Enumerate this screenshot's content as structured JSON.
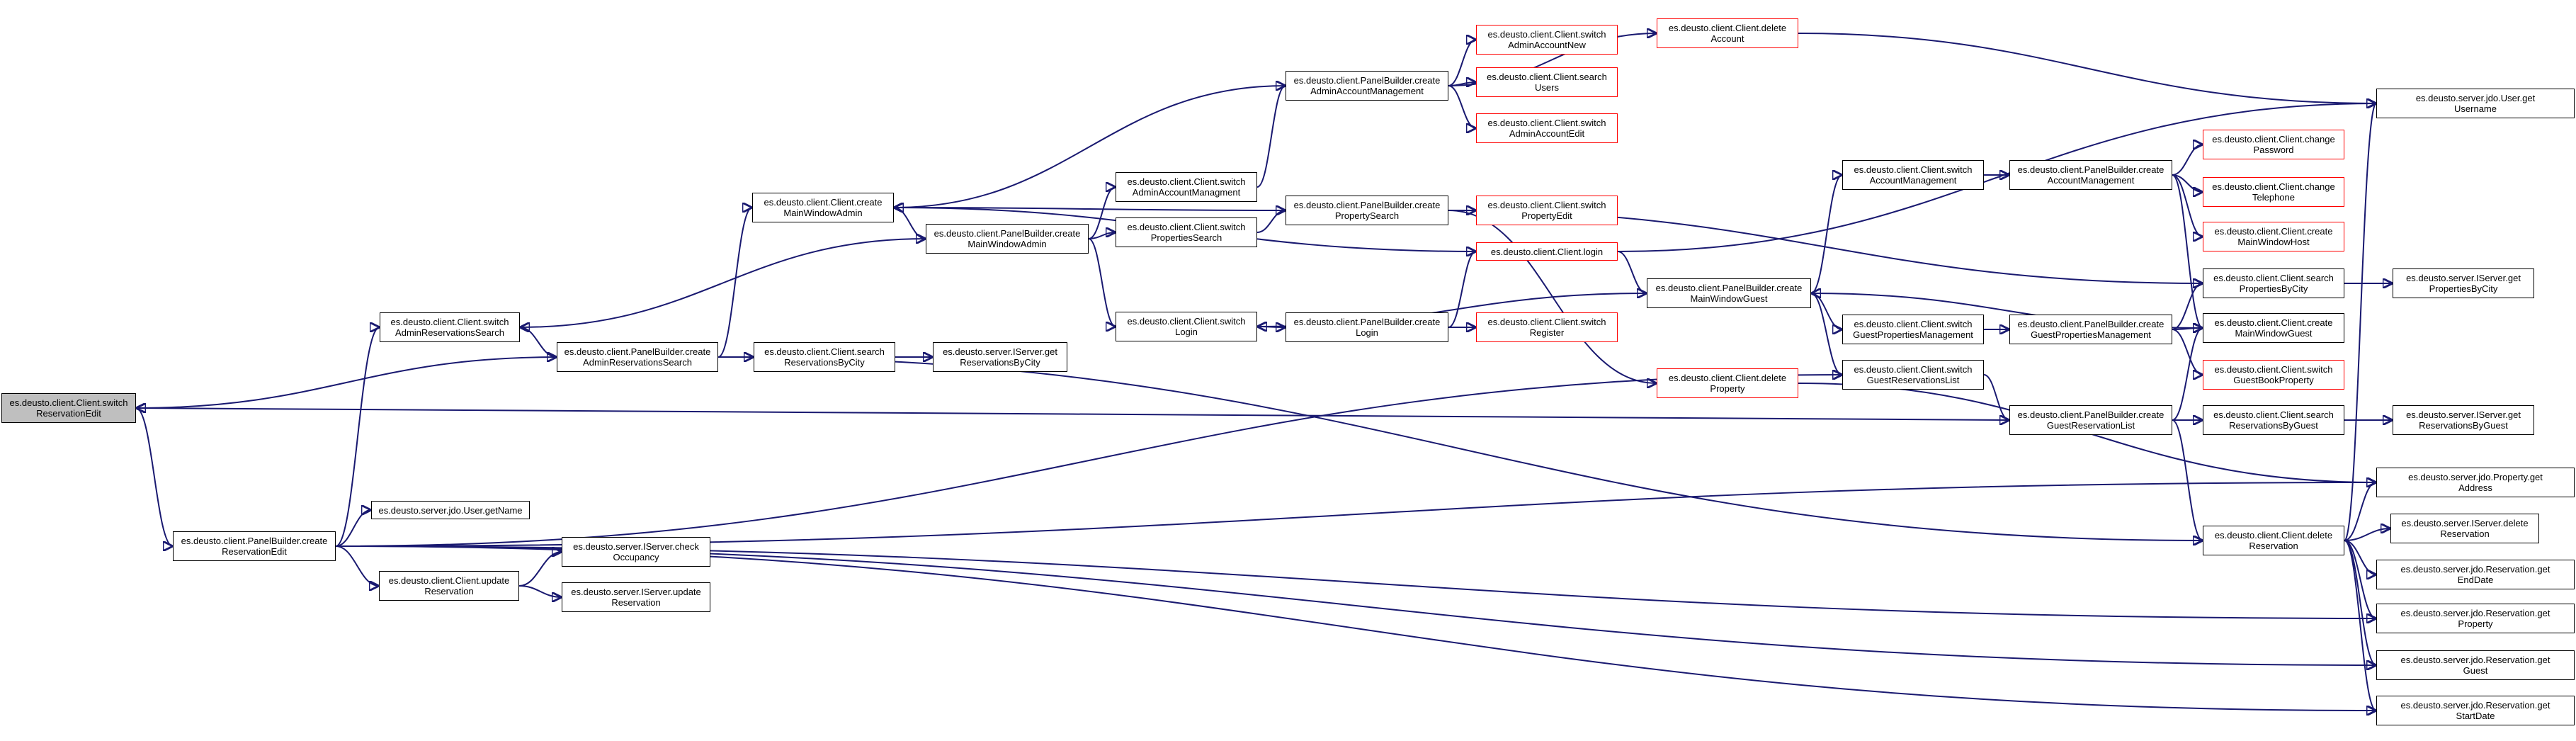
{
  "graph": {
    "kind": "caller graph",
    "colors": {
      "edge": "#191970",
      "node_border": "#000000",
      "undocumented_border": "#ff0000",
      "current_fill": "#bfbfbf"
    },
    "nodes": [
      {
        "id": "reservationEdit",
        "lines": [
          "es.deusto.client.Client.switch",
          "ReservationEdit"
        ],
        "style": "current"
      },
      {
        "id": "pbReservationEdit",
        "lines": [
          "es.deusto.client.PanelBuilder.create",
          "ReservationEdit"
        ],
        "style": "normal"
      },
      {
        "id": "switchAdminResSearch",
        "lines": [
          "es.deusto.client.Client.switch",
          "AdminReservationsSearch"
        ],
        "style": "normal"
      },
      {
        "id": "pbAdminResSearch",
        "lines": [
          "es.deusto.client.PanelBuilder.create",
          "AdminReservationsSearch"
        ],
        "style": "normal"
      },
      {
        "id": "userGetName",
        "lines": [
          "es.deusto.server.jdo.User.getName"
        ],
        "style": "normal"
      },
      {
        "id": "updateReservation",
        "lines": [
          "es.deusto.client.Client.update",
          "Reservation"
        ],
        "style": "normal"
      },
      {
        "id": "checkOccupancy",
        "lines": [
          "es.deusto.server.IServer.check",
          "Occupancy"
        ],
        "style": "normal"
      },
      {
        "id": "serverUpdateReservation",
        "lines": [
          "es.deusto.server.IServer.update",
          "Reservation"
        ],
        "style": "normal"
      },
      {
        "id": "createMainWindowAdmin",
        "lines": [
          "es.deusto.client.Client.create",
          "MainWindowAdmin"
        ],
        "style": "normal"
      },
      {
        "id": "searchResByCity",
        "lines": [
          "es.deusto.client.Client.search",
          "ReservationsByCity"
        ],
        "style": "normal"
      },
      {
        "id": "serverGetResByCity",
        "lines": [
          "es.deusto.server.IServer.get",
          "ReservationsByCity"
        ],
        "style": "normal"
      },
      {
        "id": "pbMainWindowAdmin",
        "lines": [
          "es.deusto.client.PanelBuilder.create",
          "MainWindowAdmin"
        ],
        "style": "normal"
      },
      {
        "id": "switchAdminAccMgmt",
        "lines": [
          "es.deusto.client.Client.switch",
          "AdminAccountManagment"
        ],
        "style": "normal"
      },
      {
        "id": "switchPropertiesSearch",
        "lines": [
          "es.deusto.client.Client.switch",
          "PropertiesSearch"
        ],
        "style": "normal"
      },
      {
        "id": "switchLogin",
        "lines": [
          "es.deusto.client.Client.switch",
          "Login"
        ],
        "style": "normal"
      },
      {
        "id": "pbAdminAccMgmt",
        "lines": [
          "es.deusto.client.PanelBuilder.create",
          "AdminAccountManagement"
        ],
        "style": "normal"
      },
      {
        "id": "pbPropertySearch",
        "lines": [
          "es.deusto.client.PanelBuilder.create",
          "PropertySearch"
        ],
        "style": "normal"
      },
      {
        "id": "pbLogin",
        "lines": [
          "es.deusto.client.PanelBuilder.create",
          "Login"
        ],
        "style": "normal"
      },
      {
        "id": "switchAdminAccNew",
        "lines": [
          "es.deusto.client.Client.switch",
          "AdminAccountNew"
        ],
        "style": "red"
      },
      {
        "id": "searchUsers",
        "lines": [
          "es.deusto.client.Client.search",
          "Users"
        ],
        "style": "red"
      },
      {
        "id": "switchAdminAccEdit",
        "lines": [
          "es.deusto.client.Client.switch",
          "AdminAccountEdit"
        ],
        "style": "red"
      },
      {
        "id": "switchPropertyEdit",
        "lines": [
          "es.deusto.client.Client.switch",
          "PropertyEdit"
        ],
        "style": "red"
      },
      {
        "id": "clientLogin",
        "lines": [
          "es.deusto.client.Client.login"
        ],
        "style": "red"
      },
      {
        "id": "switchRegister",
        "lines": [
          "es.deusto.client.Client.switch",
          "Register"
        ],
        "style": "red"
      },
      {
        "id": "deleteAccount",
        "lines": [
          "es.deusto.client.Client.delete",
          "Account"
        ],
        "style": "red"
      },
      {
        "id": "pbMainWindowGuest",
        "lines": [
          "es.deusto.client.PanelBuilder.create",
          "MainWindowGuest"
        ],
        "style": "normal"
      },
      {
        "id": "deleteProperty",
        "lines": [
          "es.deusto.client.Client.delete",
          "Property"
        ],
        "style": "red"
      },
      {
        "id": "switchAccMgmt",
        "lines": [
          "es.deusto.client.Client.switch",
          "AccountManagement"
        ],
        "style": "normal"
      },
      {
        "id": "switchGuestPropMgmt",
        "lines": [
          "es.deusto.client.Client.switch",
          "GuestPropertiesManagement"
        ],
        "style": "normal"
      },
      {
        "id": "switchGuestResList",
        "lines": [
          "es.deusto.client.Client.switch",
          "GuestReservationsList"
        ],
        "style": "normal"
      },
      {
        "id": "pbAccMgmt",
        "lines": [
          "es.deusto.client.PanelBuilder.create",
          "AccountManagement"
        ],
        "style": "normal"
      },
      {
        "id": "pbGuestPropMgmt",
        "lines": [
          "es.deusto.client.PanelBuilder.create",
          "GuestPropertiesManagement"
        ],
        "style": "normal"
      },
      {
        "id": "pbGuestResList",
        "lines": [
          "es.deusto.client.PanelBuilder.create",
          "GuestReservationList"
        ],
        "style": "normal"
      },
      {
        "id": "changePassword",
        "lines": [
          "es.deusto.client.Client.change",
          "Password"
        ],
        "style": "red"
      },
      {
        "id": "changeTelephone",
        "lines": [
          "es.deusto.client.Client.change",
          "Telephone"
        ],
        "style": "red"
      },
      {
        "id": "createMainWindowHost",
        "lines": [
          "es.deusto.client.Client.create",
          "MainWindowHost"
        ],
        "style": "red"
      },
      {
        "id": "searchPropByCity",
        "lines": [
          "es.deusto.client.Client.search",
          "PropertiesByCity"
        ],
        "style": "normal"
      },
      {
        "id": "createMainWindowGuest",
        "lines": [
          "es.deusto.client.Client.create",
          "MainWindowGuest"
        ],
        "style": "normal"
      },
      {
        "id": "switchGuestBookProperty",
        "lines": [
          "es.deusto.client.Client.switch",
          "GuestBookProperty"
        ],
        "style": "red"
      },
      {
        "id": "searchResByGuest",
        "lines": [
          "es.deusto.client.Client.search",
          "ReservationsByGuest"
        ],
        "style": "normal"
      },
      {
        "id": "deleteReservation",
        "lines": [
          "es.deusto.client.Client.delete",
          "Reservation"
        ],
        "style": "normal"
      },
      {
        "id": "userGetUsername",
        "lines": [
          "es.deusto.server.jdo.User.get",
          "Username"
        ],
        "style": "normal"
      },
      {
        "id": "serverGetPropByCity",
        "lines": [
          "es.deusto.server.IServer.get",
          "PropertiesByCity"
        ],
        "style": "normal"
      },
      {
        "id": "serverGetResByGuest",
        "lines": [
          "es.deusto.server.IServer.get",
          "ReservationsByGuest"
        ],
        "style": "normal"
      },
      {
        "id": "propertyGetAddress",
        "lines": [
          "es.deusto.server.jdo.Property.get",
          "Address"
        ],
        "style": "normal"
      },
      {
        "id": "serverDeleteReservation",
        "lines": [
          "es.deusto.server.IServer.delete",
          "Reservation"
        ],
        "style": "normal"
      },
      {
        "id": "resGetEndDate",
        "lines": [
          "es.deusto.server.jdo.Reservation.get",
          "EndDate"
        ],
        "style": "normal"
      },
      {
        "id": "resGetProperty",
        "lines": [
          "es.deusto.server.jdo.Reservation.get",
          "Property"
        ],
        "style": "normal"
      },
      {
        "id": "resGetGuest",
        "lines": [
          "es.deusto.server.jdo.Reservation.get",
          "Guest"
        ],
        "style": "normal"
      },
      {
        "id": "resGetStartDate",
        "lines": [
          "es.deusto.server.jdo.Reservation.get",
          "StartDate"
        ],
        "style": "normal"
      }
    ],
    "edges": [
      [
        "pbAdminResSearch",
        "reservationEdit"
      ],
      [
        "pbGuestResList",
        "reservationEdit"
      ],
      [
        "reservationEdit",
        "pbReservationEdit"
      ],
      [
        "pbReservationEdit",
        "switchAdminResSearch"
      ],
      [
        "pbReservationEdit",
        "userGetName"
      ],
      [
        "pbReservationEdit",
        "updateReservation"
      ],
      [
        "pbReservationEdit",
        "propertyGetAddress"
      ],
      [
        "pbReservationEdit",
        "resGetProperty"
      ],
      [
        "pbReservationEdit",
        "resGetGuest"
      ],
      [
        "pbReservationEdit",
        "resGetStartDate"
      ],
      [
        "pbReservationEdit",
        "switchGuestResList"
      ],
      [
        "updateReservation",
        "checkOccupancy"
      ],
      [
        "updateReservation",
        "serverUpdateReservation"
      ],
      [
        "switchAdminResSearch",
        "pbAdminResSearch"
      ],
      [
        "pbMainWindowAdmin",
        "switchAdminResSearch"
      ],
      [
        "pbAdminResSearch",
        "createMainWindowAdmin"
      ],
      [
        "pbAdminResSearch",
        "searchResByCity"
      ],
      [
        "pbAdminResSearch",
        "deleteReservation"
      ],
      [
        "searchResByCity",
        "serverGetResByCity"
      ],
      [
        "createMainWindowAdmin",
        "pbMainWindowAdmin"
      ],
      [
        "pbMainWindowAdmin",
        "switchAdminAccMgmt"
      ],
      [
        "pbMainWindowAdmin",
        "switchPropertiesSearch"
      ],
      [
        "pbMainWindowAdmin",
        "switchLogin"
      ],
      [
        "switchAdminAccMgmt",
        "pbAdminAccMgmt"
      ],
      [
        "pbAdminAccMgmt",
        "createMainWindowAdmin"
      ],
      [
        "pbAdminAccMgmt",
        "switchAdminAccNew"
      ],
      [
        "pbAdminAccMgmt",
        "searchUsers"
      ],
      [
        "pbAdminAccMgmt",
        "switchAdminAccEdit"
      ],
      [
        "pbAdminAccMgmt",
        "deleteAccount"
      ],
      [
        "deleteAccount",
        "userGetUsername"
      ],
      [
        "switchPropertiesSearch",
        "pbPropertySearch"
      ],
      [
        "pbPropertySearch",
        "createMainWindowAdmin"
      ],
      [
        "pbPropertySearch",
        "switchPropertyEdit"
      ],
      [
        "pbPropertySearch",
        "deleteProperty"
      ],
      [
        "pbPropertySearch",
        "searchPropByCity"
      ],
      [
        "switchLogin",
        "pbLogin"
      ],
      [
        "pbLogin",
        "clientLogin"
      ],
      [
        "pbLogin",
        "switchRegister"
      ],
      [
        "clientLogin",
        "createMainWindowAdmin"
      ],
      [
        "clientLogin",
        "pbMainWindowGuest"
      ],
      [
        "clientLogin",
        "userGetUsername"
      ],
      [
        "pbMainWindowGuest",
        "switchLogin"
      ],
      [
        "pbMainWindowGuest",
        "switchAccMgmt"
      ],
      [
        "pbMainWindowGuest",
        "switchGuestPropMgmt"
      ],
      [
        "pbMainWindowGuest",
        "switchGuestResList"
      ],
      [
        "deleteProperty",
        "propertyGetAddress"
      ],
      [
        "switchAccMgmt",
        "pbAccMgmt"
      ],
      [
        "pbAccMgmt",
        "changePassword"
      ],
      [
        "pbAccMgmt",
        "changeTelephone"
      ],
      [
        "pbAccMgmt",
        "createMainWindowHost"
      ],
      [
        "pbAccMgmt",
        "createMainWindowGuest"
      ],
      [
        "switchGuestPropMgmt",
        "pbGuestPropMgmt"
      ],
      [
        "pbGuestPropMgmt",
        "searchPropByCity"
      ],
      [
        "pbGuestPropMgmt",
        "createMainWindowGuest"
      ],
      [
        "pbGuestPropMgmt",
        "switchGuestBookProperty"
      ],
      [
        "switchGuestResList",
        "pbGuestResList"
      ],
      [
        "pbGuestResList",
        "createMainWindowGuest"
      ],
      [
        "pbGuestResList",
        "searchResByGuest"
      ],
      [
        "pbGuestResList",
        "deleteReservation"
      ],
      [
        "createMainWindowGuest",
        "pbMainWindowGuest"
      ],
      [
        "searchPropByCity",
        "serverGetPropByCity"
      ],
      [
        "searchResByGuest",
        "serverGetResByGuest"
      ],
      [
        "deleteReservation",
        "userGetUsername"
      ],
      [
        "deleteReservation",
        "propertyGetAddress"
      ],
      [
        "deleteReservation",
        "serverDeleteReservation"
      ],
      [
        "deleteReservation",
        "resGetEndDate"
      ],
      [
        "deleteReservation",
        "resGetProperty"
      ],
      [
        "deleteReservation",
        "resGetGuest"
      ],
      [
        "deleteReservation",
        "resGetStartDate"
      ]
    ]
  }
}
